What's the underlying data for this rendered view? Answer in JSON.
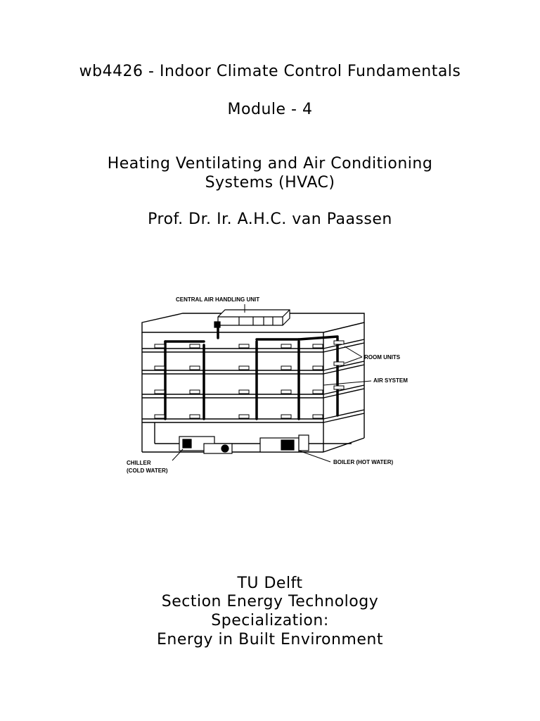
{
  "title": {
    "course": "wb4426 - Indoor Climate Control Fundamentals",
    "module": "Module - 4",
    "subject_line1": "Heating Ventilating and Air Conditioning",
    "subject_line2": "Systems (HVAC)",
    "author": "Prof. Dr. Ir. A.H.C. van Paassen"
  },
  "figure": {
    "label_ahu": "CENTRAL AIR HANDLING UNIT",
    "label_room_units": "ROOM UNITS",
    "label_air_system": "AIR SYSTEM",
    "label_chiller_1": "CHILLER",
    "label_chiller_2": "(COLD WATER)",
    "label_boiler": "BOILER (HOT WATER)"
  },
  "footer": {
    "line1": "TU Delft",
    "line2": "Section Energy Technology",
    "line3": "Specialization:",
    "line4": "Energy in Built Environment"
  }
}
